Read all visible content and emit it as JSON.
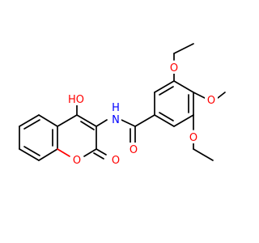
{
  "colors": {
    "background": "#ffffff",
    "carbon_bond": "#000000",
    "oxygen": "#ff0000",
    "nitrogen": "#0000ff"
  },
  "atoms": {
    "hydroxyl": "HO",
    "ring_oxygen": "O",
    "lactone_carbonyl_oxygen": "O",
    "amide_nitrogen": "N",
    "amide_hydrogen": "H",
    "amide_carbonyl_oxygen": "O",
    "methoxy_top_oxygen": "O",
    "methoxy_middle_oxygen": "O",
    "methoxy_bottom_oxygen": "O"
  }
}
